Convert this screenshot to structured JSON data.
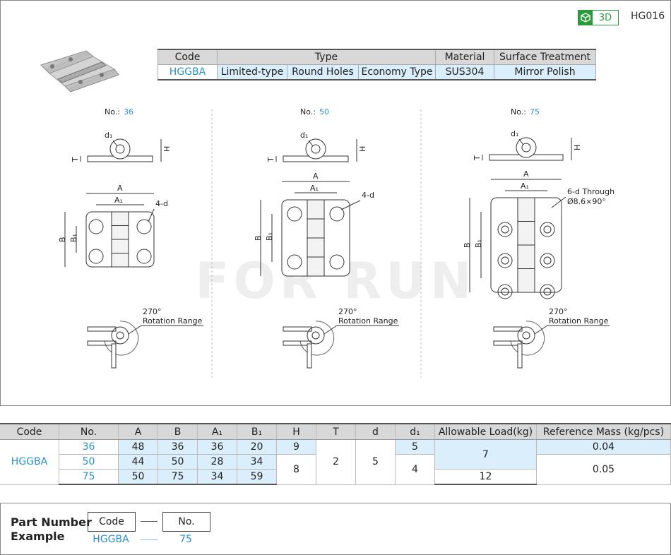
{
  "header": {
    "badge_3d": "3D",
    "model_code": "HG016"
  },
  "spec_table": {
    "headers": [
      "Code",
      "Type",
      "Material",
      "Surface Treatment"
    ],
    "code": "HGGBA",
    "types": [
      "Limited-type",
      "Round Holes",
      "Economy Type"
    ],
    "material": "SUS304",
    "surface": "Mirror Polish"
  },
  "watermark": "FOR RUN",
  "drawings": [
    {
      "no_label": "No.:",
      "no_value": "36",
      "hole_note": "4-d",
      "hole_spec": ""
    },
    {
      "no_label": "No.:",
      "no_value": "50",
      "hole_note": "4-d",
      "hole_spec": ""
    },
    {
      "no_label": "No.:",
      "no_value": "75",
      "hole_note": "6-d Through",
      "hole_spec": "Ø8.6×90°"
    }
  ],
  "dim_labels": {
    "d1": "d₁",
    "T": "T",
    "H": "H",
    "A": "A",
    "A1": "A₁",
    "B": "B",
    "B1": "B₁"
  },
  "rotation": {
    "angle": "270°",
    "text": "Rotation Range"
  },
  "data_table": {
    "headers": [
      "Code",
      "No.",
      "A",
      "B",
      "A₁",
      "B₁",
      "H",
      "T",
      "d",
      "d₁",
      "Allowable Load(kg)",
      "Reference Mass (kg/pcs)"
    ],
    "code": "HGGBA",
    "rows": [
      {
        "no": "36",
        "A": "48",
        "B": "36",
        "A1": "36",
        "B1": "20",
        "H": "9",
        "d1": "5",
        "mass": "0.04"
      },
      {
        "no": "50",
        "A": "44",
        "B": "50",
        "A1": "28",
        "B1": "34"
      },
      {
        "no": "75",
        "A": "50",
        "B": "75",
        "A1": "34",
        "B1": "59",
        "load": "12"
      }
    ],
    "merged": {
      "H_50_75": "8",
      "T": "2",
      "d": "5",
      "d1_50_75": "4",
      "load_36_50": "7",
      "mass_50_75": "0.05"
    }
  },
  "part_number": {
    "title_line1": "Part Number",
    "title_line2": "Example",
    "code_label": "Code",
    "no_label": "No.",
    "code_value": "HGGBA",
    "no_value": "75"
  }
}
